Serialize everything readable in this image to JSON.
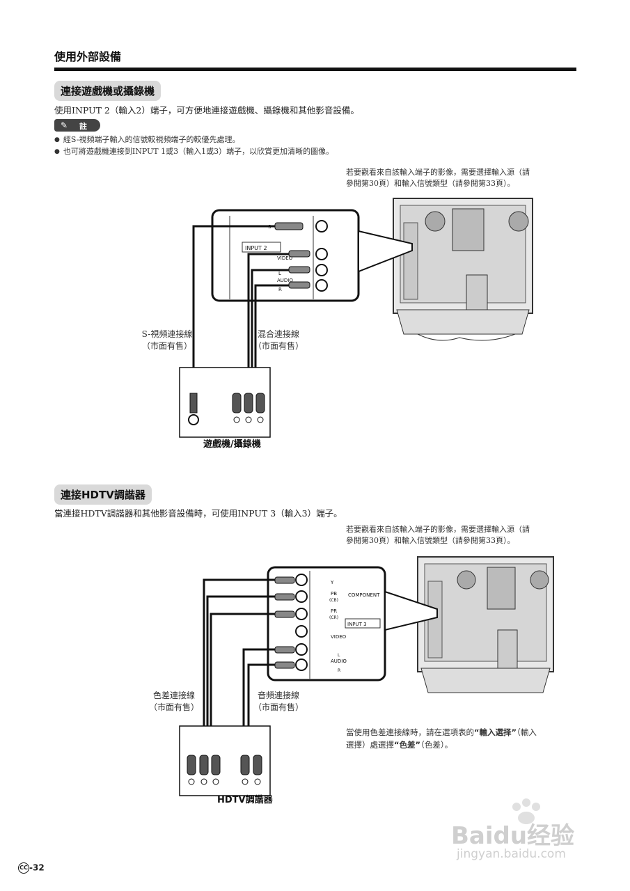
{
  "header": {
    "title": "使用外部設備"
  },
  "section1": {
    "title": "連接遊戲機或攝錄機",
    "intro": "使用INPUT 2（輸入2）端子，可方便地連接遊戲機、攝錄機和其他影音設備。",
    "note_label": "註",
    "notes": [
      "經S-視頻端子輸入的信號較視頻端子的較優先處理。",
      "也可將遊戲機連接到INPUT 1或3（輸入1或3）端子，以欣賞更加清晰的圖像。"
    ],
    "side_note_line1": "若要觀看來自該輸入端子的影像，需要選擇輸入源（請",
    "side_note_line2": "參閱第30頁）和輸入信號類型（請參閱第33頁）。",
    "cable_svideo": "S-視頻連接線",
    "cable_composite": "混合連接線",
    "commercial": "（市面有售）",
    "device": "遊戲機/攝錄機",
    "panel_input": "INPUT 2",
    "panel_label_s": "S-",
    "panel_label_v": "VIDEO",
    "panel_label_audio": "AUDIO",
    "panel_label_l": "L",
    "panel_label_r": "R"
  },
  "section2": {
    "title": "連接HDTV調諧器",
    "intro": "當連接HDTV調諧器和其他影音設備時，可使用INPUT 3（輸入3）端子。",
    "side_note_line1": "若要觀看來自該輸入端子的影像，需要選擇輸入源（請",
    "side_note_line2": "參閱第30頁）和輸入信號類型（請參閱第33頁）。",
    "cable_component": "色差連接線",
    "cable_audio": "音頻連接線",
    "commercial": "（市面有售）",
    "device": "HDTV調諧器",
    "tip_part1": "當使用色差連接線時，請在選項表的",
    "tip_bold1": "“輸入選择”",
    "tip_part2": "（輸入",
    "tip_part3": "選擇）處選擇",
    "tip_bold2": "“色差”",
    "tip_part4": "（色差）。",
    "panel_y": "Y",
    "panel_pb": "PB",
    "panel_cb": "(CB)",
    "panel_pr": "PR",
    "panel_cr": "(CR)",
    "panel_component": "COMPONENT",
    "panel_input": "INPUT 3",
    "panel_video": "VIDEO",
    "panel_audio": "AUDIO",
    "panel_l": "L",
    "panel_r": "R"
  },
  "footer": {
    "page_prefix": "CC",
    "page_number": "-32"
  },
  "watermark": {
    "brand": "Baidu经验",
    "url": "jingyan.baidu.com"
  }
}
